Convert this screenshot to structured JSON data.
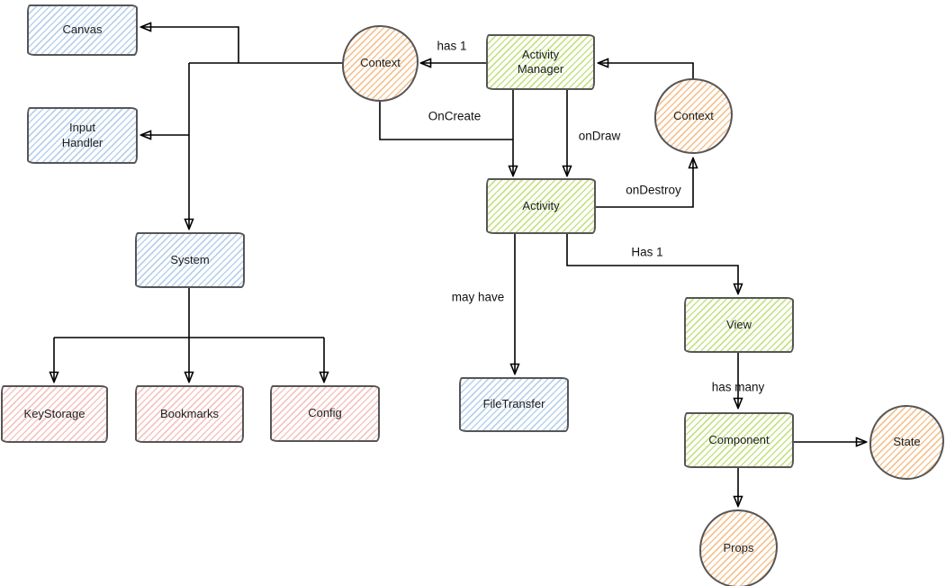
{
  "diagram": {
    "type": "flow-diagram",
    "style": "hand-drawn sketch with hatched fills",
    "nodes": {
      "canvas": {
        "label": "Canvas",
        "shape": "rectangle",
        "fill": "#b9d2ec"
      },
      "input_handler": {
        "label": "Input\nHandler",
        "shape": "rectangle",
        "fill": "#b9d2ec"
      },
      "system": {
        "label": "System",
        "shape": "rectangle",
        "fill": "#b9d2ec"
      },
      "key_storage": {
        "label": "KeyStorage",
        "shape": "rectangle",
        "fill": "#f5c6c2"
      },
      "bookmarks": {
        "label": "Bookmarks",
        "shape": "rectangle",
        "fill": "#f5c6c2"
      },
      "config": {
        "label": "Config",
        "shape": "rectangle",
        "fill": "#f5c6c2"
      },
      "context_left": {
        "label": "Context",
        "shape": "circle",
        "fill": "#f5c493"
      },
      "activity_manager": {
        "label": "Activity\nManager",
        "shape": "rectangle",
        "fill": "#c9e287"
      },
      "context_right": {
        "label": "Context",
        "shape": "circle",
        "fill": "#f5c493"
      },
      "activity": {
        "label": "Activity",
        "shape": "rectangle",
        "fill": "#c9e287"
      },
      "file_transfer": {
        "label": "FileTransfer",
        "shape": "rectangle",
        "fill": "#b9d2ec"
      },
      "view": {
        "label": "View",
        "shape": "rectangle",
        "fill": "#c9e287"
      },
      "component": {
        "label": "Component",
        "shape": "rectangle",
        "fill": "#c9e287"
      },
      "state": {
        "label": "State",
        "shape": "circle",
        "fill": "#f5c493"
      },
      "props": {
        "label": "Props",
        "shape": "circle",
        "fill": "#f5c493"
      }
    },
    "edges": [
      {
        "from": "context_left",
        "to": "canvas",
        "label": ""
      },
      {
        "from": "context_left",
        "to": "input_handler",
        "label": ""
      },
      {
        "from": "context_left",
        "to": "system",
        "label": ""
      },
      {
        "from": "system",
        "to": "key_storage",
        "label": ""
      },
      {
        "from": "system",
        "to": "bookmarks",
        "label": ""
      },
      {
        "from": "system",
        "to": "config",
        "label": ""
      },
      {
        "from": "activity_manager",
        "to": "context_left",
        "label": "has 1"
      },
      {
        "from": "context_right",
        "to": "activity_manager",
        "label": ""
      },
      {
        "from": "activity_manager",
        "to": "activity",
        "label": ""
      },
      {
        "from": "activity_manager",
        "to": "activity",
        "label": "onDraw"
      },
      {
        "from": "context_left",
        "to": "activity",
        "label": "OnCreate"
      },
      {
        "from": "activity",
        "to": "context_right",
        "label": "onDestroy"
      },
      {
        "from": "activity",
        "to": "file_transfer",
        "label": "may have"
      },
      {
        "from": "activity",
        "to": "view",
        "label": "Has 1"
      },
      {
        "from": "view",
        "to": "component",
        "label": "has many"
      },
      {
        "from": "component",
        "to": "state",
        "label": ""
      },
      {
        "from": "component",
        "to": "props",
        "label": ""
      }
    ],
    "colors": {
      "blue_fill": "#b9d2ec",
      "green_fill": "#c9e287",
      "pink_fill": "#f5c6c2",
      "orange_fill": "#f5c493",
      "node_border": "#565656",
      "edge_stroke": "#000000",
      "background": "#ffffff"
    }
  }
}
